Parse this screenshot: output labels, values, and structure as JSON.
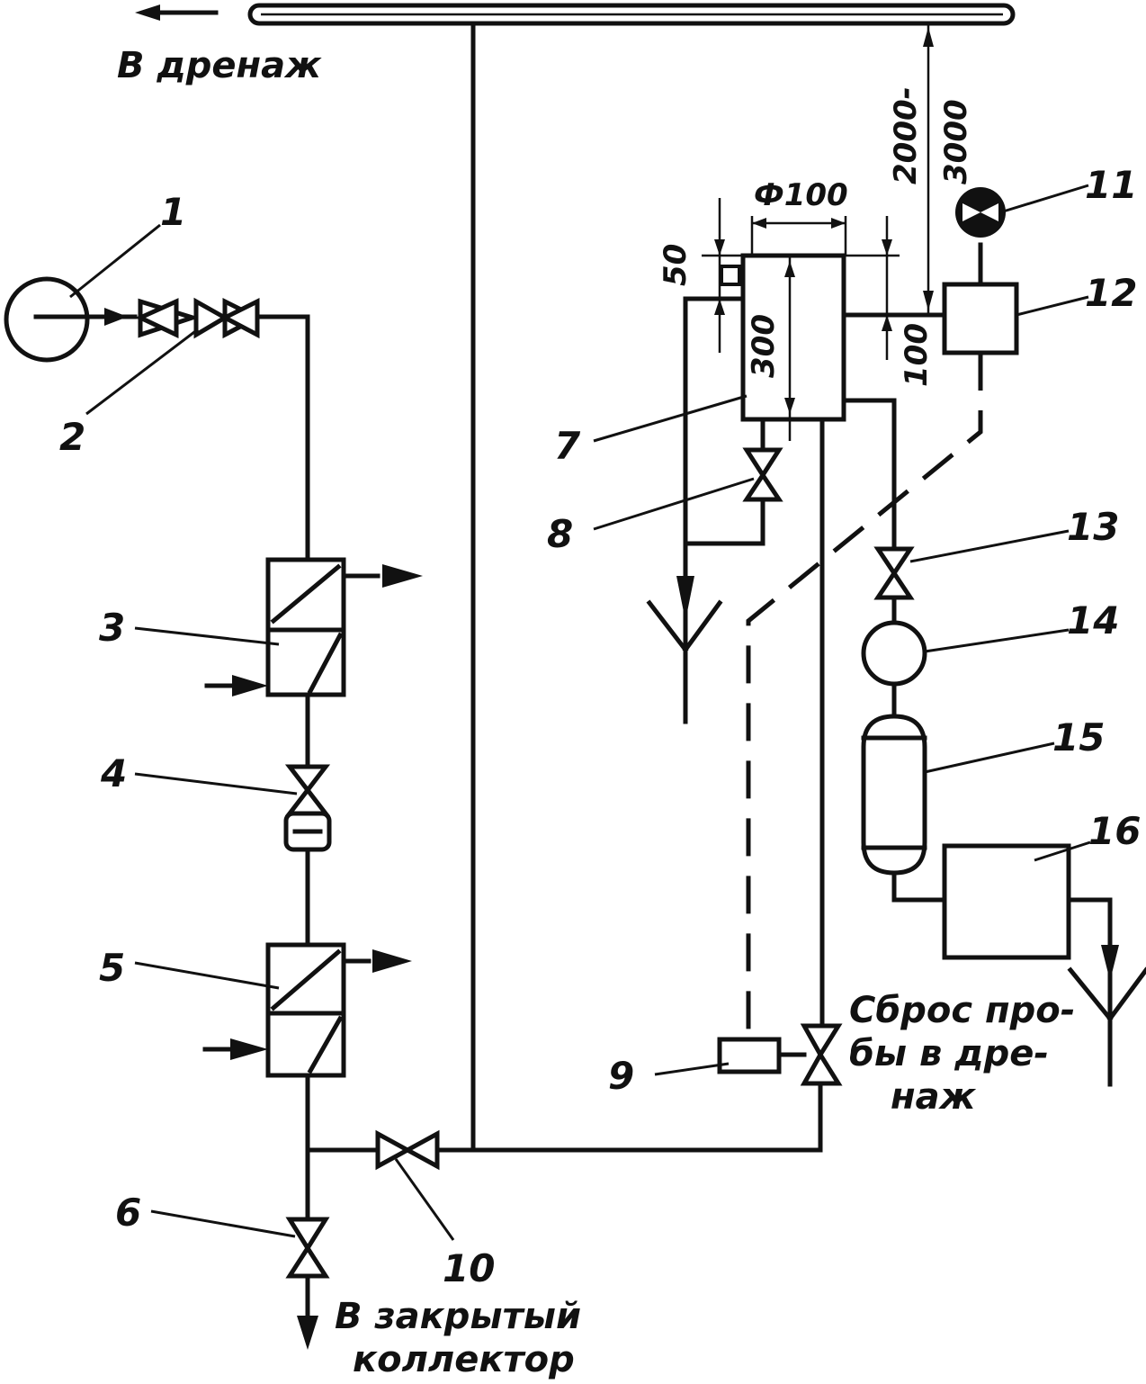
{
  "labels": {
    "l1": "1",
    "l2": "2",
    "l3": "3",
    "l4": "4",
    "l5": "5",
    "l6": "6",
    "l7": "7",
    "l8": "8",
    "l9": "9",
    "l10": "10",
    "l11": "11",
    "l12": "12",
    "l13": "13",
    "l14": "14",
    "l15": "15",
    "l16": "16"
  },
  "captions": {
    "drain_top": "В дренаж",
    "closed_collector_line1": "В закрытый",
    "closed_collector_line2": "коллектор",
    "sample_drain_line1": "Сброс про-",
    "sample_drain_line2": "бы в дре-",
    "sample_drain_line3": "наж"
  },
  "dimensions": {
    "diameter": "Ф100",
    "d50": "50",
    "d300": "300",
    "d100": "100",
    "height_line1": "2000-",
    "height_line2": "3000"
  }
}
